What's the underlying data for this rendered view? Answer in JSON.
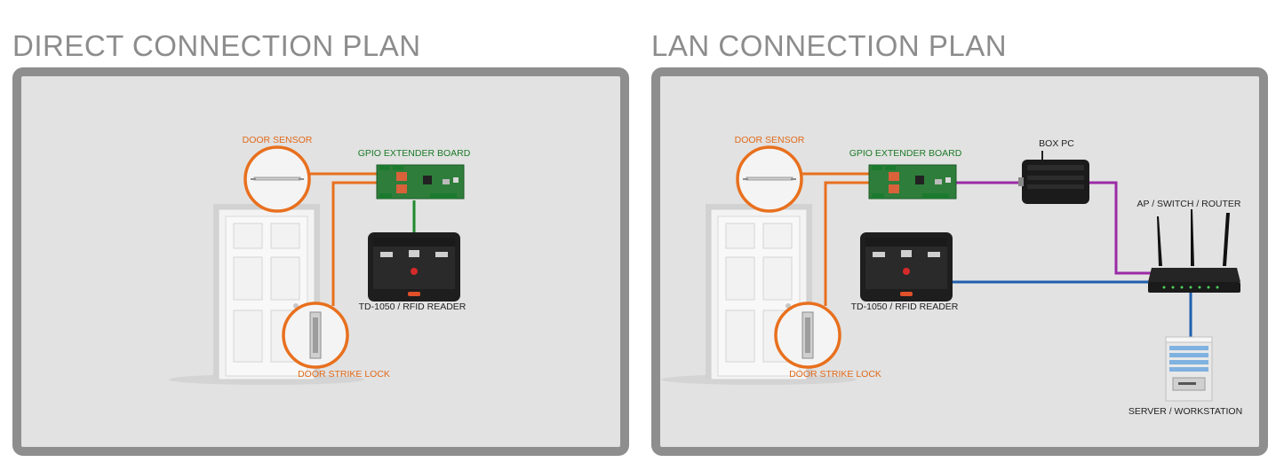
{
  "direct_plan": {
    "title": "DIRECT CONNECTION PLAN",
    "labels": {
      "door_sensor": "DOOR SENSOR",
      "gpio": "GPIO EXTENDER BOARD",
      "reader": "TD-1050 / RFID READER",
      "lock": "DOOR STRIKE LOCK"
    }
  },
  "lan_plan": {
    "title": "LAN CONNECTION PLAN",
    "labels": {
      "door_sensor": "DOOR SENSOR",
      "gpio": "GPIO EXTENDER BOARD",
      "box_pc": "BOX PC",
      "router": "AP / SWITCH / ROUTER",
      "reader": "TD-1050 / RFID READER",
      "lock": "DOOR STRIKE LOCK",
      "server": "SERVER / WORKSTATION"
    }
  },
  "colors": {
    "orange": "#e8701e",
    "green": "#1f8a2c",
    "purple": "#9b2aa6",
    "blue": "#1f5fb0",
    "label_orange": "#e06a1a",
    "label_green": "#1a7a26",
    "label_dark": "#222222"
  }
}
